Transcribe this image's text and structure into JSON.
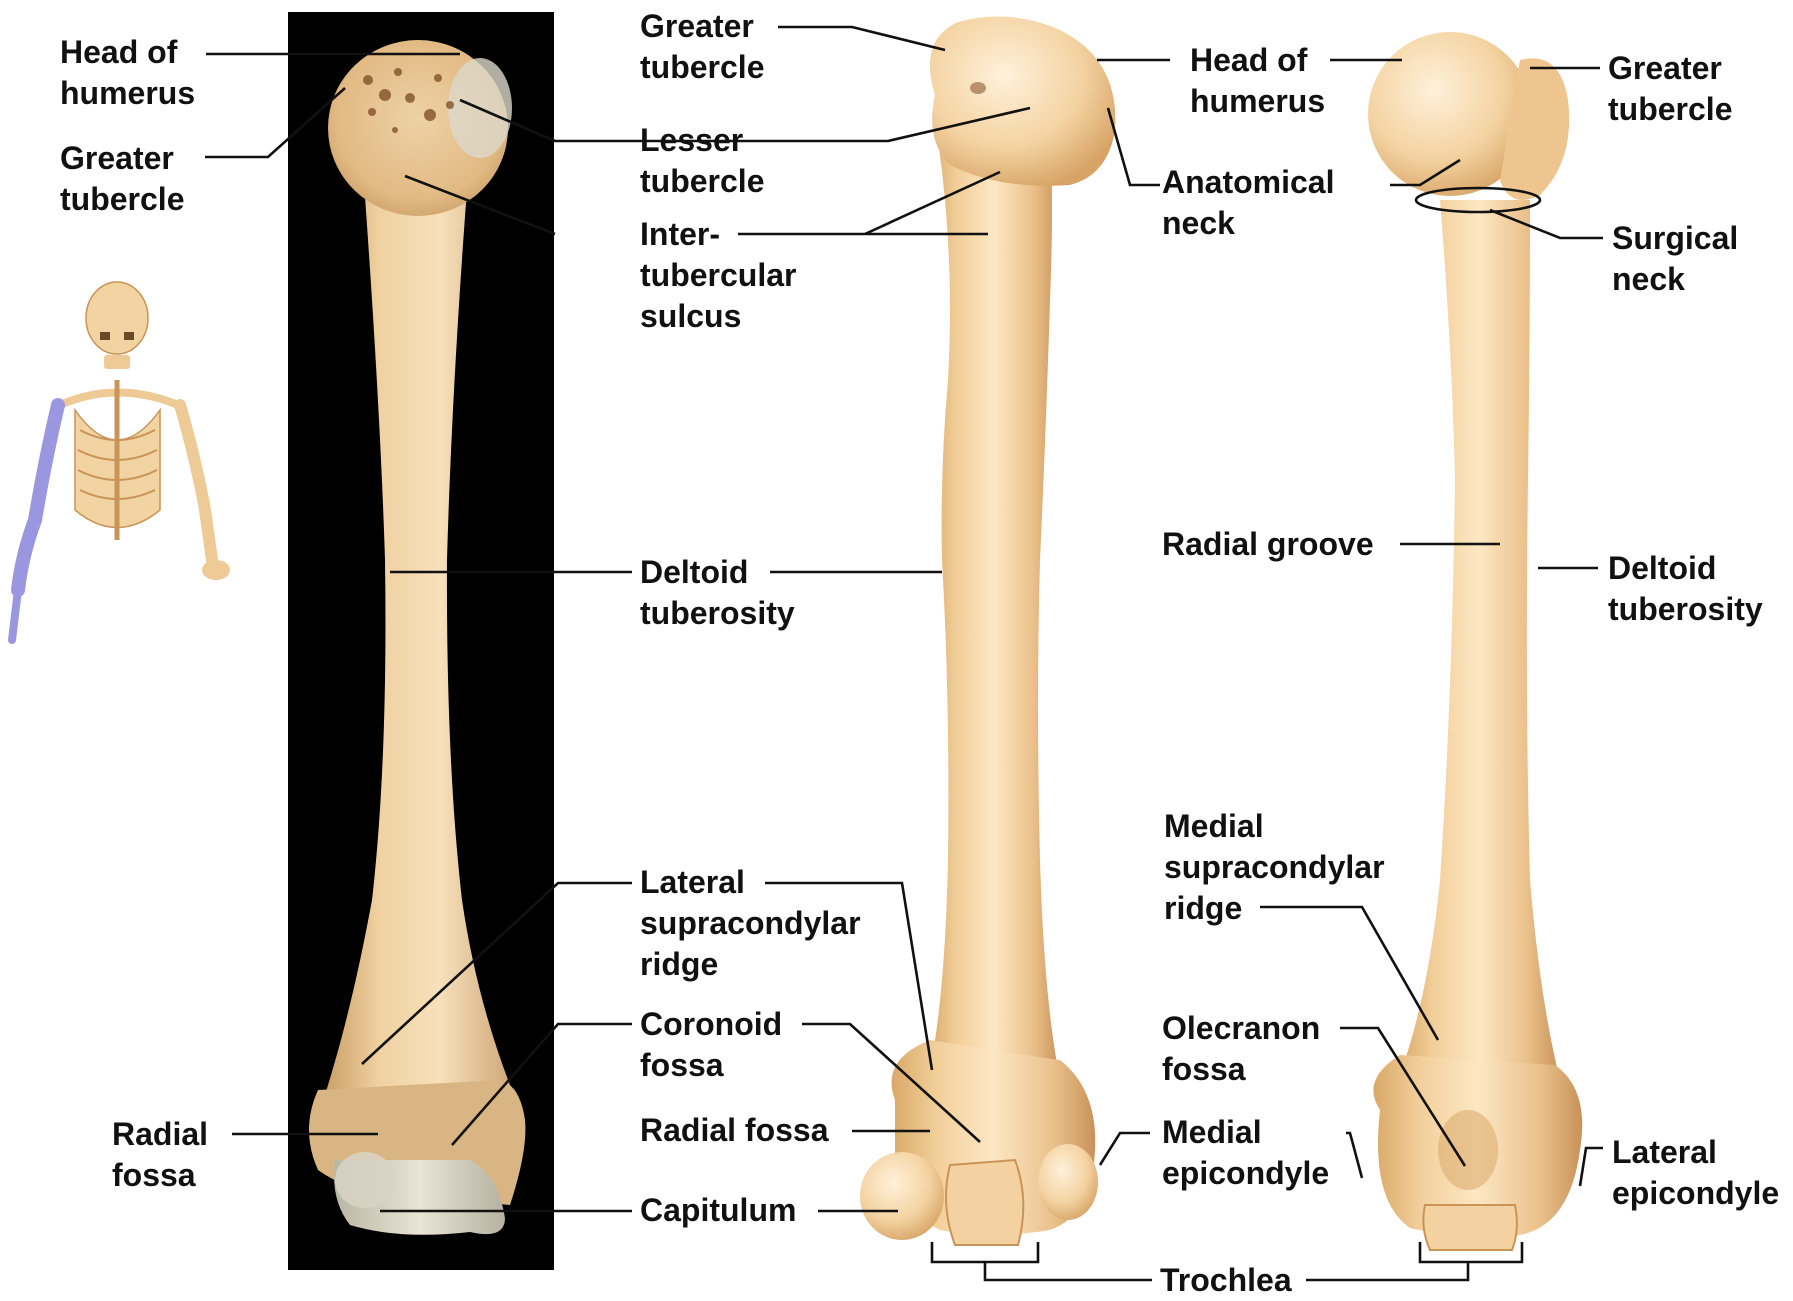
{
  "colors": {
    "background": "#ffffff",
    "photo_panel": "#000000",
    "bone_light": "#fbe3bd",
    "bone_mid": "#eec58f",
    "bone_shadow": "#cd9a5c",
    "leader_line": "#111111",
    "highlight_arm": "#9a97e0"
  },
  "icons": {
    "skeleton_inset": "skeleton-thumbnail-icon",
    "humerus_photo": "humerus-photo",
    "humerus_anterior": "humerus-anterior-illustration",
    "humerus_posterior": "humerus-posterior-illustration"
  },
  "labels": {
    "photo_head": "Head of\nhumerus",
    "photo_greater_tubercle": "Greater\ntubercle",
    "photo_radial_fossa": "Radial\nfossa",
    "ant_greater_tubercle": "Greater\ntubercle",
    "ant_lesser_tubercle": "Lesser\ntubercle",
    "ant_intertubercular": "Inter-\ntubercular\nsulcus",
    "ant_deltoid": "Deltoid\ntuberosity",
    "ant_lateral_ridge": "Lateral\nsupracondylar\nridge",
    "ant_coronoid": "Coronoid\nfossa",
    "ant_radial_fossa": "Radial fossa",
    "ant_capitulum": "Capitulum",
    "mid_head": "Head of\nhumerus",
    "mid_anatomical_neck": "Anatomical\nneck",
    "mid_medial_epicondyle": "Medial\nepicondyle",
    "trochlea": "Trochlea",
    "post_greater_tubercle": "Greater\ntubercle",
    "post_surgical_neck": "Surgical\nneck",
    "post_radial_groove": "Radial groove",
    "post_deltoid": "Deltoid\ntuberosity",
    "post_medial_ridge": "Medial\nsupracondylar\nridge",
    "post_olecranon": "Olecranon\nfossa",
    "post_lateral_epicondyle": "Lateral\nepicondyle"
  }
}
